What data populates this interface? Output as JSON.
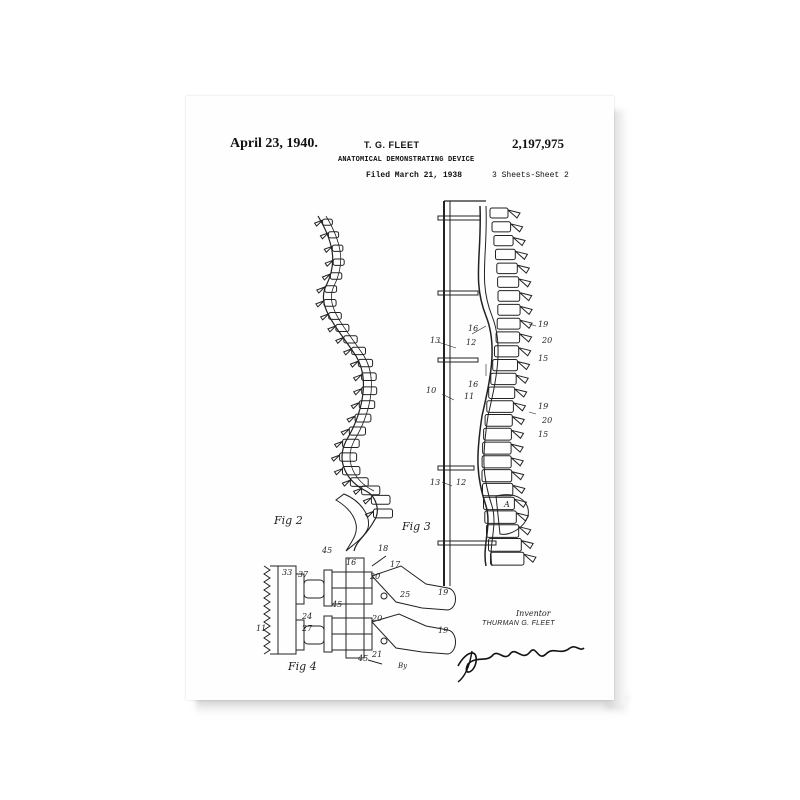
{
  "patent": {
    "date": "April 23, 1940.",
    "inventor": "T. G. FLEET",
    "number": "2,197,975",
    "title": "ANATOMICAL DEMONSTRATING DEVICE",
    "filed": "Filed March 21, 1938",
    "sheets": "3 Sheets-Sheet 2"
  },
  "figures": {
    "fig2": "Fig 2",
    "fig3": "Fig 3",
    "fig4": "Fig 4"
  },
  "signature": {
    "inventor_label": "Inventor",
    "inventor_name": "THURMAN G. FLEET",
    "by_label": "By"
  },
  "reference_numbers": {
    "r10": "10",
    "r11": "11",
    "r12a": "12",
    "r12b": "12",
    "r13a": "13",
    "r13b": "13",
    "r15a": "15",
    "r15b": "15",
    "r16a": "16",
    "r16b": "16",
    "r19a": "19",
    "r19b": "19",
    "r20a": "20",
    "r20b": "20",
    "f4_45a": "45",
    "f4_16": "16",
    "f4_18": "18",
    "f4_17": "17",
    "f4_20a": "20",
    "f4_33": "33",
    "f4_37": "37",
    "f4_45b": "45",
    "f4_25": "25",
    "f4_19a": "19",
    "f4_11": "11",
    "f4_24": "24",
    "f4_27": "27",
    "f4_20b": "20",
    "f4_19b": "19",
    "f4_21": "21",
    "f4_45c": "45",
    "f3_a": "A"
  }
}
